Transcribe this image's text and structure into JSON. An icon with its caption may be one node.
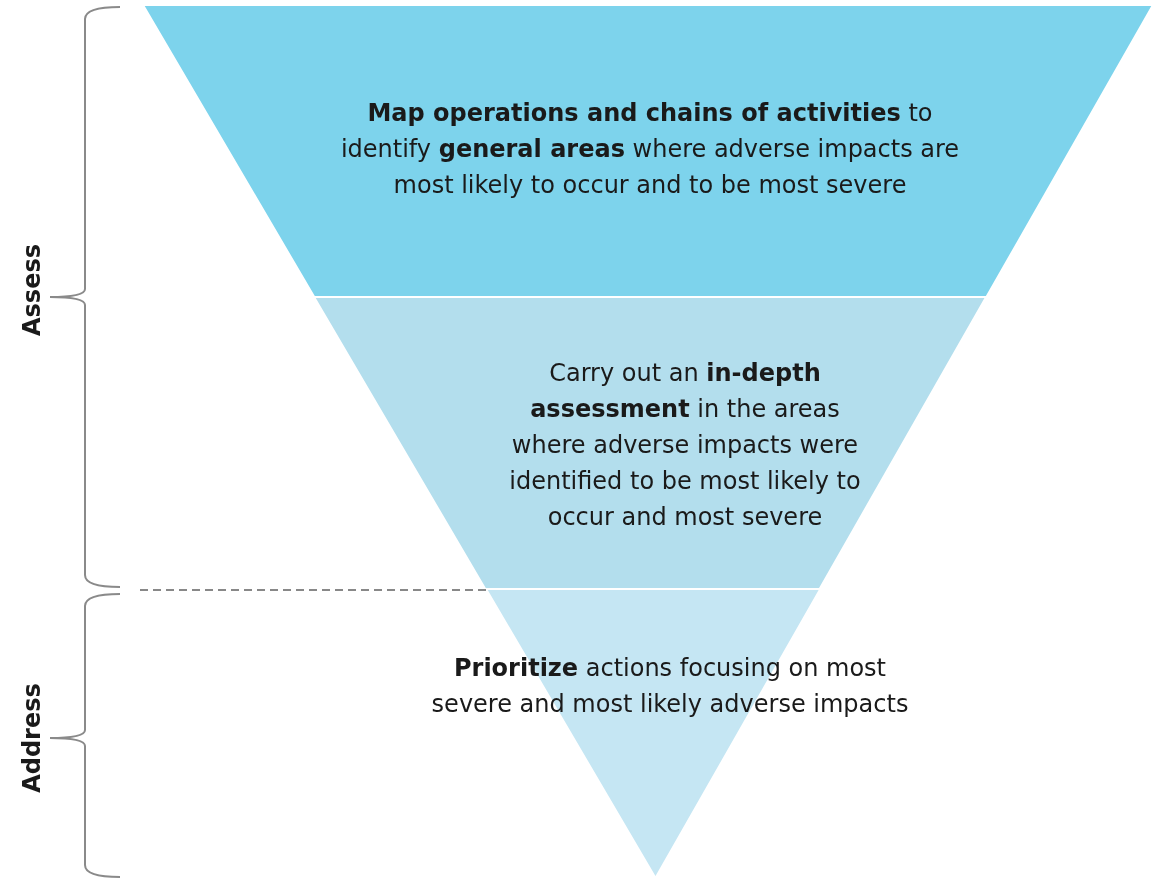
{
  "diagram": {
    "nodes": [
      {
        "text": [
          "**Map operations and chains of activities** to identify **general areas** where adverse impacts are most likely to occur and to be most severe"
        ]
      },
      {
        "text": [
          "Carry out an **in-depth assessment** in the areas where adverse impacts were identified to be most likely to occur and most severe"
        ]
      },
      {
        "text": [
          "**Prioritize** actions focusing on most severe and most likely adverse impacts"
        ]
      }
    ],
    "edges": [],
    "labels": [
      "Assess",
      "Address"
    ]
  }
}
